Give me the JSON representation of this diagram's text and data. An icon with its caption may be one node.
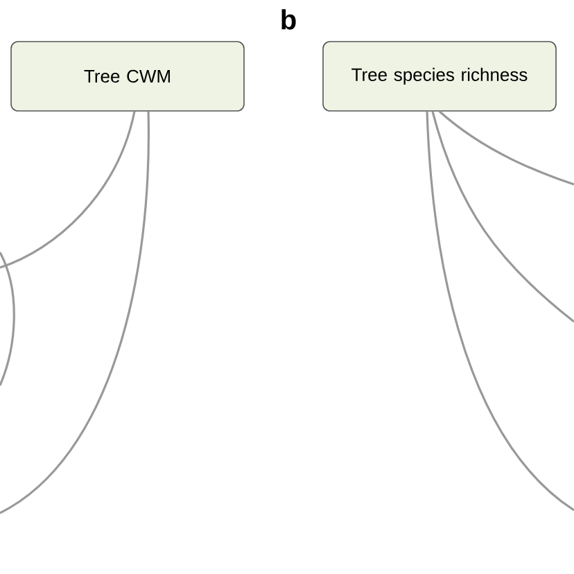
{
  "diagram": {
    "title": "b",
    "nodes": [
      {
        "text": [
          "Tree CWM"
        ]
      },
      {
        "text": [
          "Tree species richness"
        ]
      }
    ],
    "edges": [
      {
        "from": 0,
        "to": null,
        "arrow": "none"
      },
      {
        "from": 0,
        "to": null,
        "arrow": "none"
      },
      {
        "from": 1,
        "to": null,
        "arrow": "none"
      },
      {
        "from": 1,
        "to": null,
        "arrow": "none"
      },
      {
        "from": 1,
        "to": null,
        "arrow": "none"
      }
    ]
  }
}
